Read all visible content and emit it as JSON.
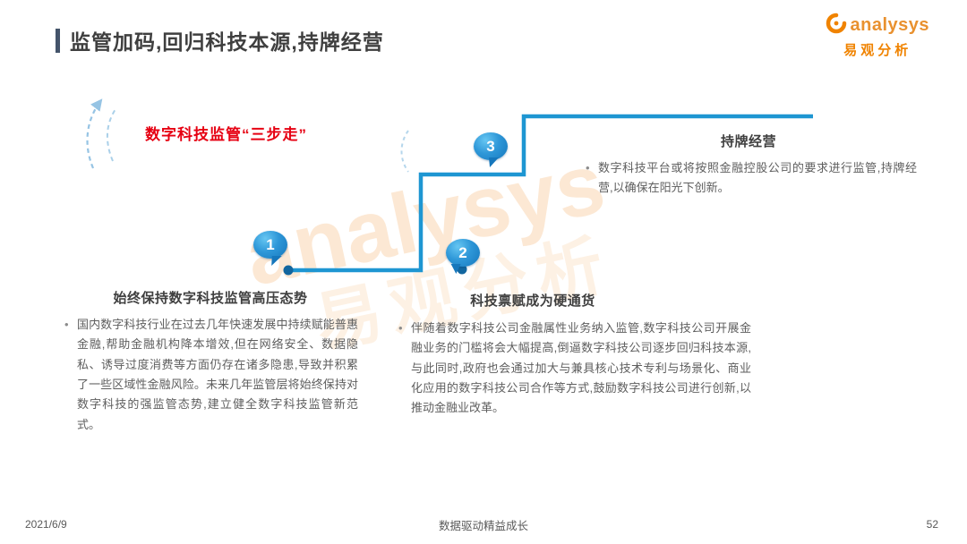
{
  "header": {
    "title": "监管加码,回归科技本源,持牌经营",
    "logo": {
      "brand": "analysys",
      "brand_cn": "易观分析"
    }
  },
  "diagram": {
    "label": "数字科技监管“三步走”",
    "steps": [
      {
        "num": "1",
        "title": "始终保持数字科技监管高压态势",
        "body": "国内数字科技行业在过去几年快速发展中持续赋能普惠金融,帮助金融机构降本增效,但在网络安全、数据隐私、诱导过度消费等方面仍存在诸多隐患,导致并积累了一些区域性金融风险。未来几年监管层将始终保持对数字科技的强监管态势,建立健全数字科技监管新范式。"
      },
      {
        "num": "2",
        "title": "科技禀赋成为硬通货",
        "body": "伴随着数字科技公司金融属性业务纳入监管,数字科技公司开展金融业务的门槛将会大幅提高,倒逼数字科技公司逐步回归科技本源,与此同时,政府也会通过加大与兼具核心技术专利与场景化、商业化应用的数字科技公司合作等方式,鼓励数字科技公司进行创新,以推动金融业改革。"
      },
      {
        "num": "3",
        "title": "持牌经营",
        "body": "数字科技平台或将按照金融控股公司的要求进行监管,持牌经营,以确保在阳光下创新。"
      }
    ]
  },
  "watermark": {
    "text": "analysys",
    "text_cn": "易观分析"
  },
  "footer": {
    "date": "2021/6/9",
    "center": "数据驱动精益成长",
    "page": "52"
  },
  "colors": {
    "accent_blue": "#1E96D2",
    "dot_blue": "#12669F",
    "red": "#E60012",
    "orange": "#F08300"
  }
}
